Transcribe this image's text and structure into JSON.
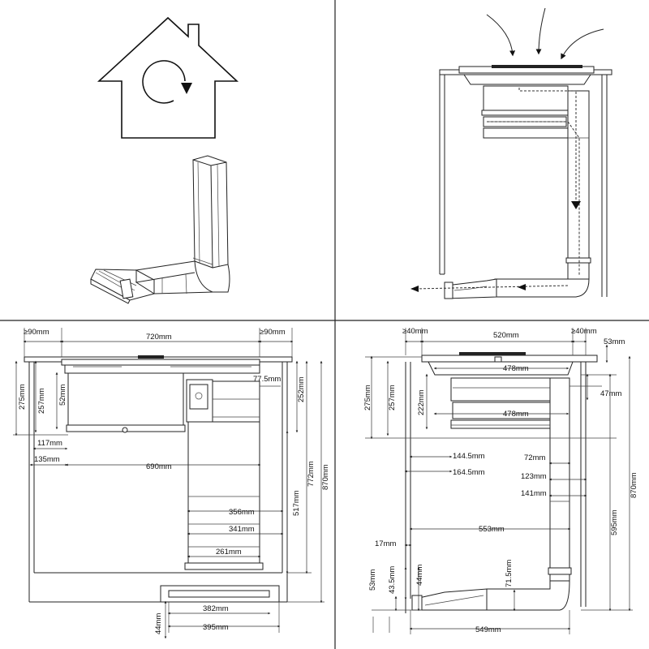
{
  "dims_tl": {
    "gap_left": "≥90mm",
    "width": "720mm",
    "gap_right": "≥90mm",
    "d275": "275mm",
    "d257": "257mm",
    "d52": "52mm",
    "d117": "117mm",
    "d135": "135mm",
    "d690": "690mm",
    "d77_5": "77.5mm",
    "d252": "252mm",
    "d517": "517mm",
    "d772": "772mm",
    "d870": "870mm",
    "d356": "356mm",
    "d341": "341mm",
    "d261": "261mm",
    "d382": "382mm",
    "d395": "395mm",
    "d44": "44mm"
  },
  "dims_br": {
    "gap_left": "≥40mm",
    "width": "520mm",
    "gap_right": "≥40mm",
    "d53": "53mm",
    "d478a": "478mm",
    "d478b": "478mm",
    "d275": "275mm",
    "d257": "257mm",
    "d222": "222mm",
    "d47": "47mm",
    "d144_5": "144.5mm",
    "d164_5": "164.5mm",
    "d72": "72mm",
    "d123": "123mm",
    "d141": "141mm",
    "d553": "553mm",
    "d595": "595mm",
    "d870": "870mm",
    "d17": "17mm",
    "d53b": "53mm",
    "d43_5": "43.5mm",
    "d44": "44mm",
    "d71_5": "71.5mm",
    "d549": "549mm"
  }
}
